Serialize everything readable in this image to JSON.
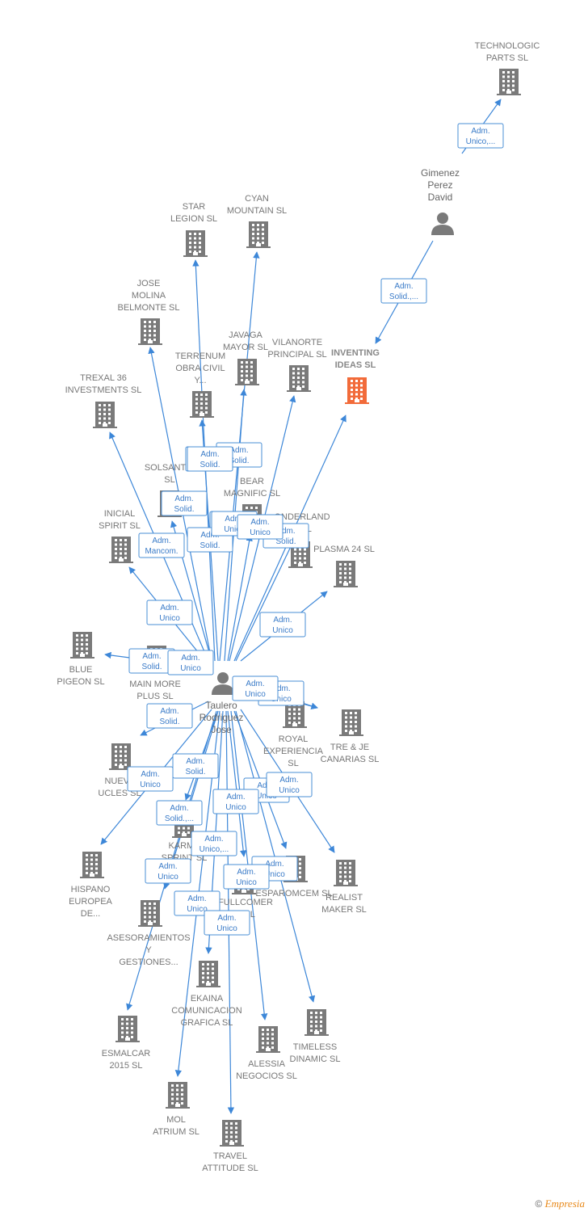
{
  "colors": {
    "edge": "#3d87d8",
    "building": "#7a7a7a",
    "building_highlight": "#f26b3a",
    "person": "#7a7a7a",
    "badge_text": "#3a7bc8"
  },
  "persons": [
    {
      "id": "taulero",
      "lines": [
        "Taulero",
        "Rodriguez",
        "Jose"
      ]
    },
    {
      "id": "gimenez",
      "lines": [
        "Gimenez",
        "Perez",
        "David"
      ]
    }
  ],
  "companies": [
    {
      "id": "technologic",
      "lines": [
        "TECHNOLOGIC",
        "PARTS  SL"
      ]
    },
    {
      "id": "inventing",
      "lines": [
        "INVENTING",
        "IDEAS  SL"
      ],
      "highlight": true
    },
    {
      "id": "star",
      "lines": [
        "STAR",
        "LEGION  SL"
      ]
    },
    {
      "id": "cyan",
      "lines": [
        "CYAN",
        "MOUNTAIN  SL"
      ]
    },
    {
      "id": "jose",
      "lines": [
        "JOSE",
        "MOLINA",
        "BELMONTE  SL"
      ]
    },
    {
      "id": "javaga",
      "lines": [
        "JAVAGA",
        "MAYOR  SL"
      ]
    },
    {
      "id": "vilanorte",
      "lines": [
        "VILANORTE",
        "PRINCIPAL  SL"
      ]
    },
    {
      "id": "terrenum",
      "lines": [
        "TERRENUM",
        "OBRA CIVIL",
        "Y..."
      ]
    },
    {
      "id": "trexal",
      "lines": [
        "TREXAL 36",
        "INVESTMENTS  SL"
      ]
    },
    {
      "id": "solsantin",
      "lines": [
        "SOLSANTIN",
        "SL"
      ]
    },
    {
      "id": "bear",
      "lines": [
        "BEAR",
        "MAGNIFIC  SL"
      ]
    },
    {
      "id": "wonderland",
      "lines": [
        "ONDERLAND",
        "S  SL"
      ]
    },
    {
      "id": "inicial",
      "lines": [
        "INICIAL",
        "SPIRIT  SL"
      ]
    },
    {
      "id": "plasma",
      "lines": [
        "PLASMA 24 SL"
      ]
    },
    {
      "id": "blue",
      "lines": [
        "BLUE",
        "PIGEON  SL"
      ]
    },
    {
      "id": "mainmore",
      "lines": [
        "MAIN MORE",
        "PLUS  SL"
      ]
    },
    {
      "id": "royal",
      "lines": [
        "ROYAL",
        "EXPERIENCIA",
        "SL"
      ]
    },
    {
      "id": "treje",
      "lines": [
        "TRE & JE",
        "CANARIAS  SL"
      ]
    },
    {
      "id": "nueva",
      "lines": [
        "NUEVA",
        "UCLES  SL"
      ]
    },
    {
      "id": "karma",
      "lines": [
        "KARMA",
        "SPRINT  SL"
      ]
    },
    {
      "id": "hispano",
      "lines": [
        "HISPANO",
        "EUROPEA",
        "DE..."
      ]
    },
    {
      "id": "esparomcem",
      "lines": [
        "ESPAROMCEM SL"
      ]
    },
    {
      "id": "realist",
      "lines": [
        "REALIST",
        "MAKER  SL"
      ]
    },
    {
      "id": "fullcomer",
      "lines": [
        "FULLCOMER",
        "S  SL"
      ]
    },
    {
      "id": "asesoramientos",
      "lines": [
        "ASESORAMIENTOS",
        "Y",
        "GESTIONES..."
      ]
    },
    {
      "id": "ekaina",
      "lines": [
        "EKAINA",
        "COMUNICACION",
        "GRAFICA  SL"
      ]
    },
    {
      "id": "timeless",
      "lines": [
        "TIMELESS",
        "DINAMIC  SL"
      ]
    },
    {
      "id": "alessia",
      "lines": [
        "ALESSIA",
        "NEGOCIOS  SL"
      ]
    },
    {
      "id": "esmalcar",
      "lines": [
        "ESMALCAR",
        "2015  SL"
      ]
    },
    {
      "id": "mol",
      "lines": [
        "MOL",
        "ATRIUM  SL"
      ]
    },
    {
      "id": "travel",
      "lines": [
        "TRAVEL",
        "ATTITUDE  SL"
      ]
    }
  ],
  "edges": [
    {
      "from": "gimenez",
      "to": "technologic",
      "role": [
        "Adm.",
        "Unico,..."
      ]
    },
    {
      "from": "gimenez",
      "to": "inventing",
      "role": [
        "Adm.",
        "Solid.,..."
      ]
    },
    {
      "from": "taulero",
      "to": "star",
      "role": [
        "Adm.",
        "Solid."
      ]
    },
    {
      "from": "taulero",
      "to": "cyan",
      "role": [
        "Adm.",
        "Solid."
      ]
    },
    {
      "from": "taulero",
      "to": "jose",
      "role": [
        "Adm.",
        "Solid."
      ]
    },
    {
      "from": "taulero",
      "to": "javaga",
      "role": [
        "Adm.",
        "Solid."
      ]
    },
    {
      "from": "taulero",
      "to": "vilanorte",
      "role": [
        "Adm.",
        "Solid."
      ]
    },
    {
      "from": "taulero",
      "to": "inventing",
      "role": [
        "Adm.",
        "Solid."
      ]
    },
    {
      "from": "taulero",
      "to": "terrenum",
      "role": [
        "Adm.",
        "Solid."
      ]
    },
    {
      "from": "taulero",
      "to": "trexal",
      "role": [
        "Adm.",
        "Mancom."
      ]
    },
    {
      "from": "taulero",
      "to": "solsantin",
      "role": [
        "Adm.",
        "Solid."
      ]
    },
    {
      "from": "taulero",
      "to": "bear",
      "role": [
        "Adm.",
        "Unico"
      ]
    },
    {
      "from": "taulero",
      "to": "wonderland",
      "role": [
        "Adm.",
        "Unico"
      ]
    },
    {
      "from": "taulero",
      "to": "inicial",
      "role": [
        "Adm.",
        "Unico"
      ]
    },
    {
      "from": "taulero",
      "to": "plasma",
      "role": [
        "Adm.",
        "Unico"
      ]
    },
    {
      "from": "taulero",
      "to": "blue",
      "role": [
        "Adm.",
        "Solid."
      ]
    },
    {
      "from": "taulero",
      "to": "mainmore",
      "role": [
        "Adm.",
        "Unico"
      ]
    },
    {
      "from": "taulero",
      "to": "royal",
      "role": [
        "Adm.",
        "Unico"
      ]
    },
    {
      "from": "taulero",
      "to": "treje",
      "role": [
        "Adm.",
        "Unico"
      ]
    },
    {
      "from": "taulero",
      "to": "nueva",
      "role": [
        "Adm.",
        "Solid."
      ]
    },
    {
      "from": "taulero",
      "to": "hispano",
      "role": [
        "Adm.",
        "Unico"
      ]
    },
    {
      "from": "taulero",
      "to": "karma",
      "role": [
        "Adm.",
        "Solid."
      ]
    },
    {
      "from": "taulero",
      "to": "esparomcem",
      "role": [
        "Adm.",
        "Unico"
      ]
    },
    {
      "from": "taulero",
      "to": "realist",
      "role": [
        "Adm.",
        "Unico"
      ]
    },
    {
      "from": "taulero",
      "to": "fullcomer",
      "role": [
        "Adm.",
        "Unico"
      ]
    },
    {
      "from": "taulero",
      "to": "asesoramientos",
      "role": [
        "Adm.",
        "Solid.,..."
      ]
    },
    {
      "from": "taulero",
      "to": "ekaina",
      "role": [
        "Adm.",
        "Unico,..."
      ]
    },
    {
      "from": "taulero",
      "to": "timeless",
      "role": [
        "Adm.",
        "Unico"
      ]
    },
    {
      "from": "taulero",
      "to": "alessia",
      "role": [
        "Adm.",
        "Unico"
      ]
    },
    {
      "from": "taulero",
      "to": "esmalcar",
      "role": [
        "Adm.",
        "Unico"
      ]
    },
    {
      "from": "taulero",
      "to": "mol",
      "role": [
        "Adm.",
        "Unico"
      ]
    },
    {
      "from": "taulero",
      "to": "travel",
      "role": [
        "Adm.",
        "Unico"
      ]
    }
  ],
  "footer": {
    "copyright": "©",
    "brand": "Empresia"
  }
}
